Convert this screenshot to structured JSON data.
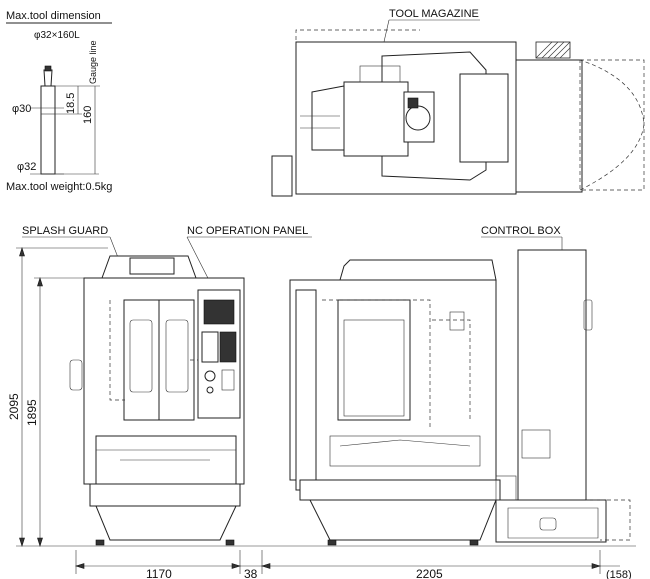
{
  "tool_spec": {
    "title": "Max.tool dimension",
    "size": "φ32×160L",
    "gauge_line": "Gauge line",
    "dia_upper": "φ30",
    "dia_lower": "φ32",
    "len_short": "18.5",
    "len_long": "160",
    "weight": "Max.tool weight:0.5kg"
  },
  "callouts": {
    "tool_magazine": "TOOL MAGAZINE",
    "splash_guard": "SPLASH GUARD",
    "nc_panel": "NC OPERATION PANEL",
    "control_box": "CONTROL BOX"
  },
  "dimensions": {
    "height_total": "2095",
    "height_body": "1895",
    "width_front": "1170",
    "gap": "38",
    "depth_side": "2205",
    "extra": "(158)"
  },
  "colors": {
    "line": "#222222",
    "background": "#ffffff"
  }
}
